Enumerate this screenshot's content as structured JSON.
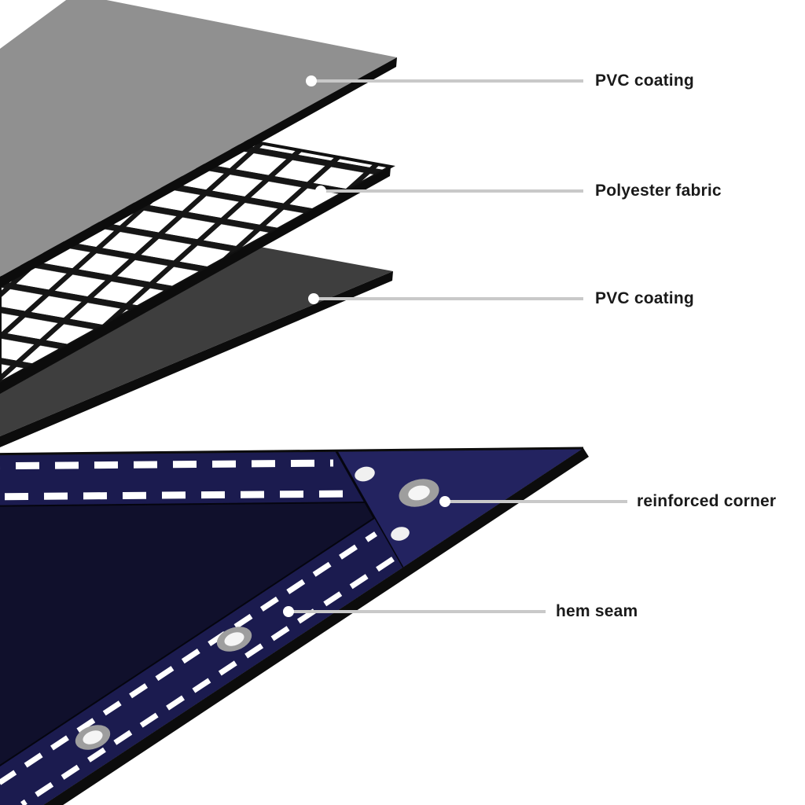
{
  "colors": {
    "background": "#ffffff",
    "pvc_top_fill": "#909090",
    "mesh_bg": "#ffffff",
    "mesh_line": "#161616",
    "pvc_mid_fill": "#3e3e3e",
    "layer_edge": "#0c0c0c",
    "tarp_body": "#10102c",
    "tarp_hem": "#1b1b4f",
    "tarp_corner": "#232360",
    "stitch": "#ffffff",
    "eyelet_ring": "#9e9e9e",
    "eyelet_hole": "#f5f5f5",
    "rivet": "#f0f0f0",
    "leader": "#c9c9c9",
    "label_text": "#1a1a1a"
  },
  "annotations": {
    "pvc_top": "PVC coating",
    "polyester": "Polyester fabric",
    "pvc_mid": "PVC coating",
    "reinforced_corner": "reinforced corner",
    "hem_seam": "hem seam"
  }
}
